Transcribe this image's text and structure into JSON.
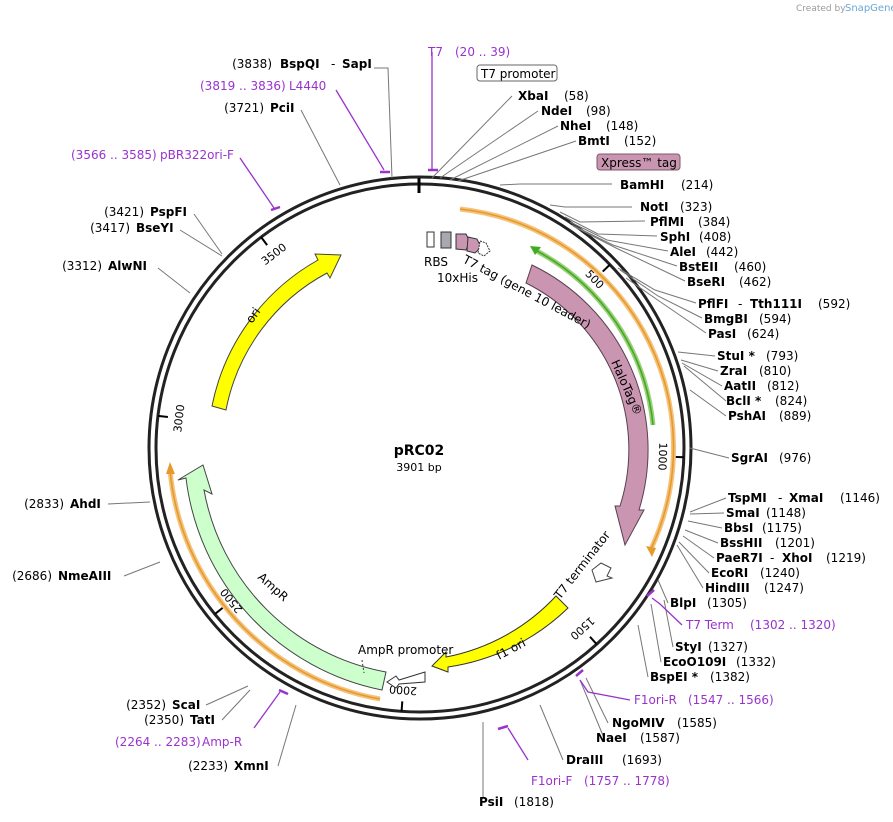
{
  "credit": {
    "prefix": "Created by",
    "brand": "SnapGene"
  },
  "plasmid": {
    "name": "pRC02",
    "length": "3901 bp"
  },
  "ticks": [
    {
      "label": "500",
      "angle": 46
    },
    {
      "label": "1000",
      "angle": 92
    },
    {
      "label": "1500",
      "angle": 138
    },
    {
      "label": "2000",
      "angle": 184
    },
    {
      "label": "2500",
      "angle": 231
    },
    {
      "label": "3000",
      "angle": 277
    },
    {
      "label": "3500",
      "angle": 323
    }
  ],
  "enzymes": [
    {
      "name": "BspQI",
      "name2": "SapI",
      "pos": "(3838)",
      "side": "left"
    },
    {
      "name": "PciI",
      "pos": "(3721)",
      "side": "left"
    },
    {
      "name": "PspFI",
      "pos": "(3421)",
      "side": "left"
    },
    {
      "name": "BseYI",
      "pos": "(3417)",
      "side": "left"
    },
    {
      "name": "AlwNI",
      "pos": "(3312)",
      "side": "left"
    },
    {
      "name": "AhdI",
      "pos": "(2833)",
      "side": "left"
    },
    {
      "name": "NmeAIII",
      "pos": "(2686)",
      "side": "left"
    },
    {
      "name": "ScaI",
      "pos": "(2352)",
      "side": "left"
    },
    {
      "name": "TatI",
      "pos": "(2350)",
      "side": "left"
    },
    {
      "name": "XmnI",
      "pos": "(2233)",
      "side": "left"
    },
    {
      "name": "XbaI",
      "pos": "(58)",
      "side": "right"
    },
    {
      "name": "NdeI",
      "pos": "(98)",
      "side": "right"
    },
    {
      "name": "NheI",
      "pos": "(148)",
      "side": "right"
    },
    {
      "name": "BmtI",
      "pos": "(152)",
      "side": "right"
    },
    {
      "name": "BamHI",
      "pos": "(214)",
      "side": "right"
    },
    {
      "name": "NotI",
      "pos": "(323)",
      "side": "right"
    },
    {
      "name": "PflMI",
      "pos": "(384)",
      "side": "right"
    },
    {
      "name": "SphI",
      "pos": "(408)",
      "side": "right"
    },
    {
      "name": "AleI",
      "pos": "(442)",
      "side": "right"
    },
    {
      "name": "BstEII",
      "pos": "(460)",
      "side": "right"
    },
    {
      "name": "BseRI",
      "pos": "(462)",
      "side": "right"
    },
    {
      "name": "PflFI",
      "name2": "Tth111I",
      "pos": "(592)",
      "side": "right"
    },
    {
      "name": "BmgBI",
      "pos": "(594)",
      "side": "right"
    },
    {
      "name": "PasI",
      "pos": "(624)",
      "side": "right"
    },
    {
      "name": "StuI *",
      "pos": "(793)",
      "side": "right"
    },
    {
      "name": "ZraI",
      "pos": "(810)",
      "side": "right"
    },
    {
      "name": "AatII",
      "pos": "(812)",
      "side": "right"
    },
    {
      "name": "BclI *",
      "pos": "(824)",
      "side": "right"
    },
    {
      "name": "PshAI",
      "pos": "(889)",
      "side": "right"
    },
    {
      "name": "SgrAI",
      "pos": "(976)",
      "side": "right"
    },
    {
      "name": "TspMI",
      "name2": "XmaI",
      "pos": "(1146)",
      "side": "right"
    },
    {
      "name": "SmaI",
      "pos": "(1148)",
      "side": "right"
    },
    {
      "name": "BbsI",
      "pos": "(1175)",
      "side": "right"
    },
    {
      "name": "BssHII",
      "pos": "(1201)",
      "side": "right"
    },
    {
      "name": "PaeR7I",
      "name2": "XhoI",
      "pos": "(1219)",
      "side": "right"
    },
    {
      "name": "EcoRI",
      "pos": "(1240)",
      "side": "right"
    },
    {
      "name": "HindIII",
      "pos": "(1247)",
      "side": "right"
    },
    {
      "name": "BlpI",
      "pos": "(1305)",
      "side": "right"
    },
    {
      "name": "StyI",
      "pos": "(1327)",
      "side": "right"
    },
    {
      "name": "EcoO109I",
      "pos": "(1332)",
      "side": "right"
    },
    {
      "name": "BspEI *",
      "pos": "(1382)",
      "side": "right"
    },
    {
      "name": "NgoMIV",
      "pos": "(1585)",
      "side": "right"
    },
    {
      "name": "NaeI",
      "pos": "(1587)",
      "side": "right"
    },
    {
      "name": "DraIII",
      "pos": "(1693)",
      "side": "right"
    },
    {
      "name": "PsiI",
      "pos": "(1818)",
      "side": "right"
    }
  ],
  "primers": [
    {
      "name": "T7",
      "range": "(20 .. 39)"
    },
    {
      "name": "L4440",
      "range": "(3819 .. 3836)"
    },
    {
      "name": "pBR322ori-F",
      "range": "(3566 .. 3585)"
    },
    {
      "name": "T7 Term",
      "range": "(1302 .. 1320)"
    },
    {
      "name": "F1ori-R",
      "range": "(1547 .. 1566)"
    },
    {
      "name": "F1ori-F",
      "range": "(1757 .. 1778)"
    },
    {
      "name": "Amp-R",
      "range": "(2264 .. 2283)"
    }
  ],
  "features": {
    "t7_promoter": "T7 promoter",
    "xpress_tag": "Xpress™ tag",
    "rbs": "RBS",
    "his": "10xHis",
    "t7_tag": "T7 tag (gene 10 leader)",
    "halotag": "HaloTag®",
    "t7_terminator": "T7 terminator",
    "f1_ori": "f1 ori",
    "ampr_promoter": "AmpR promoter",
    "ampr": "AmpR",
    "ori": "ori"
  },
  "colors": {
    "backbone": "#222222",
    "ori": "#ffff00",
    "ampr": "#ccffcc",
    "halotag": "#c995b0",
    "orf": "#f5a623",
    "orf_inner": "#ffe0b0",
    "green_orf": "#44aa22",
    "primer": "#9933cc",
    "line": "#777777",
    "tag_gray": "#a8a8b0"
  }
}
